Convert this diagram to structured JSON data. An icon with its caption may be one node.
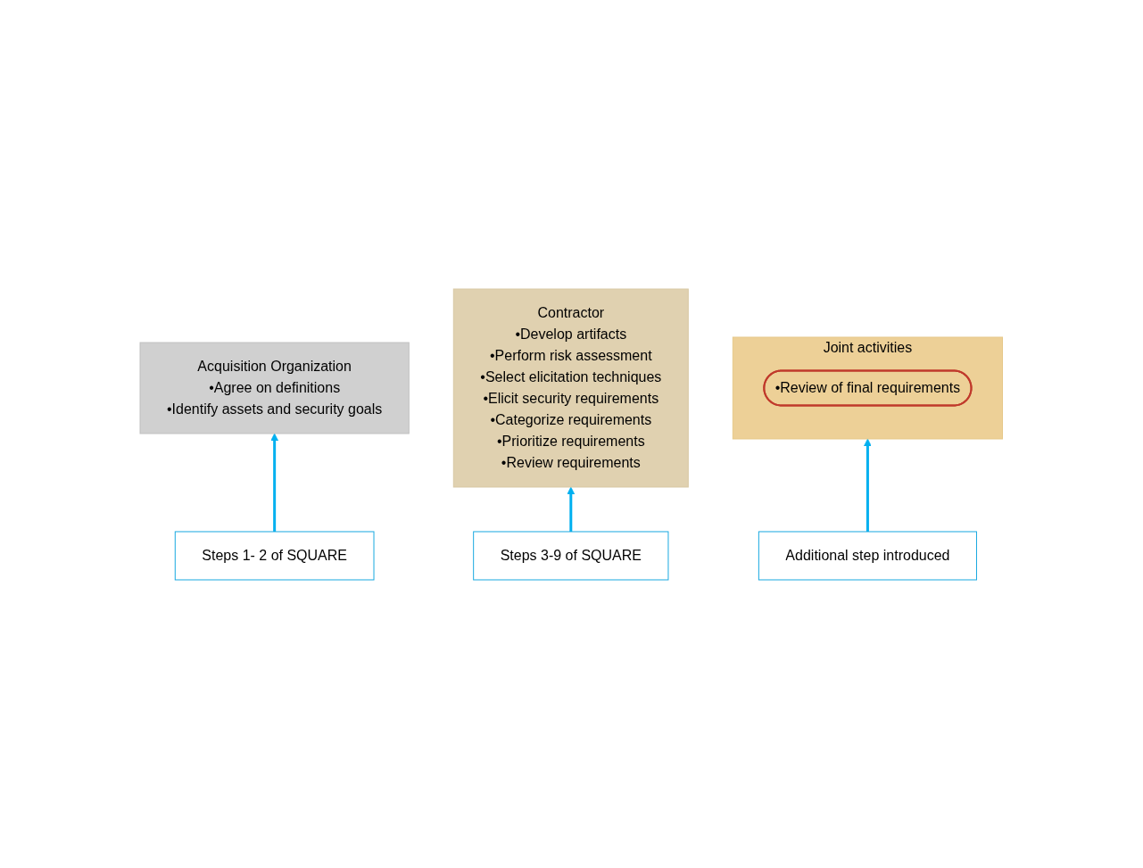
{
  "diagram": {
    "nodes": [
      {
        "text": [
          "Acquisition Organization",
          "•Agree on definitions",
          "•Identify assets and security goals"
        ]
      },
      {
        "text": [
          "Contractor",
          "•Develop artifacts",
          "•Perform risk assessment",
          "•Select elicitation techniques",
          "•Elicit security requirements",
          "•Categorize requirements",
          "•Prioritize requirements",
          "•Review requirements"
        ]
      },
      {
        "text": [
          "Joint activities"
        ]
      },
      {
        "text": [
          "•Review of final requirements"
        ],
        "in": 2
      },
      {
        "text": [
          "Steps 1- 2 of SQUARE"
        ]
      },
      {
        "text": [
          "Steps 3-9 of SQUARE"
        ]
      },
      {
        "text": [
          "Additional step introduced"
        ]
      }
    ],
    "edges": [
      {
        "from": 4,
        "to": 0,
        "arrow": "to"
      },
      {
        "from": 5,
        "to": 1,
        "arrow": "to"
      },
      {
        "from": 6,
        "to": 2,
        "arrow": "to"
      }
    ]
  }
}
